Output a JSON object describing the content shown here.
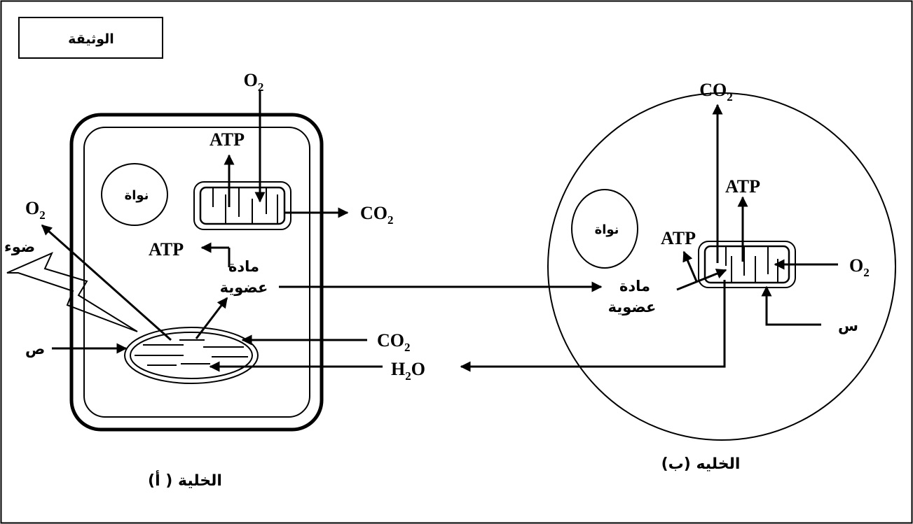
{
  "document_label": "الوثيقة",
  "cell_a": {
    "caption": "الخلية ( أ)",
    "nucleus": "نواة",
    "light": "ضوء",
    "chloroplast_marker": "ص",
    "organic_matter_line1": "مادة",
    "organic_matter_line2": "عضوية",
    "o2_top": "O",
    "o2_top_sub": "2",
    "atp_top": "ATP",
    "atp_left": "ATP",
    "co2_mito": "CO",
    "co2_mito_sub": "2",
    "o2_left": "O",
    "o2_left_sub": "2",
    "co2_in": "CO",
    "co2_in_sub": "2",
    "h2o_h": "H",
    "h2o_sub": "2",
    "h2o_o": "O"
  },
  "cell_b": {
    "caption": "الخليه (ب)",
    "nucleus": "نواة",
    "organic_matter_line1": "مادة",
    "organic_matter_line2": "عضوية",
    "co2_top": "CO",
    "co2_top_sub": "2",
    "atp_right": "ATP",
    "atp_left": "ATP",
    "o2_in": "O",
    "o2_in_sub": "2",
    "x_marker": "س"
  }
}
